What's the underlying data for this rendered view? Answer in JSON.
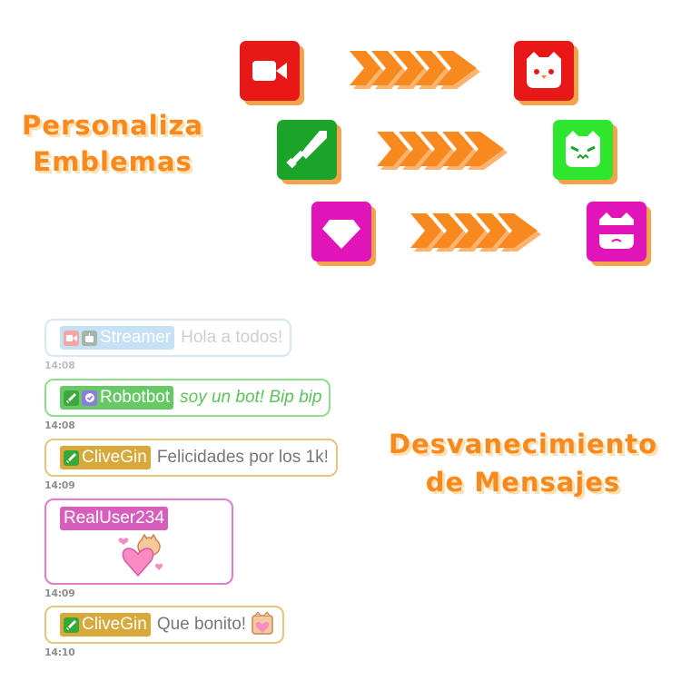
{
  "headings": {
    "emblemas": [
      "Personaliza",
      "Emblemas"
    ],
    "fade": [
      "Desvanecimiento",
      "de Mensajes"
    ]
  },
  "emblems": [
    {
      "from": "video-camera-icon",
      "to": "cat-face-icon",
      "color": "#e91818"
    },
    {
      "from": "sword-icon",
      "to": "angry-cat-face-icon",
      "color": "#1aa52a",
      "to_color": "#2ee62e"
    },
    {
      "from": "diamond-icon",
      "to": "cool-cat-face-icon",
      "color": "#e014b8"
    }
  ],
  "accent": "#f7891f",
  "chat": [
    {
      "user": "Streamer",
      "text": "Hola a todos!",
      "time": "14:08",
      "badges": [
        "video-camera-icon",
        "robot-icon"
      ],
      "border": "#b9d8f0",
      "name_bg": "#b9d8f0",
      "text_color": "#c9c9c9",
      "italic": false,
      "faded": true
    },
    {
      "user": "Robotbot",
      "text": "soy un bot! Bip bip",
      "time": "14:08",
      "badges": [
        "sword-icon",
        "verified-icon"
      ],
      "border": "#8fdc8f",
      "name_bg": "#66c966",
      "text_color": "#67c967",
      "italic": true
    },
    {
      "user": "CliveGin",
      "text": "Felicidades por los 1k!",
      "time": "14:09",
      "badges": [
        "sword-icon"
      ],
      "border": "#e6c47a",
      "name_bg": "#d8a93a",
      "text_color": "#7a7a7a",
      "italic": false
    },
    {
      "user": "RealUser234",
      "text": "",
      "time": "14:09",
      "badges": [],
      "border": "#e27bc9",
      "name_bg": "#d65fbe",
      "emote": "heart-hug-cat-emote"
    },
    {
      "user": "CliveGin",
      "text": "Que bonito!",
      "time": "14:10",
      "badges": [
        "sword-icon"
      ],
      "border": "#e6c47a",
      "name_bg": "#d8a93a",
      "text_color": "#7a7a7a",
      "italic": false,
      "emote": "cat-emote"
    }
  ]
}
